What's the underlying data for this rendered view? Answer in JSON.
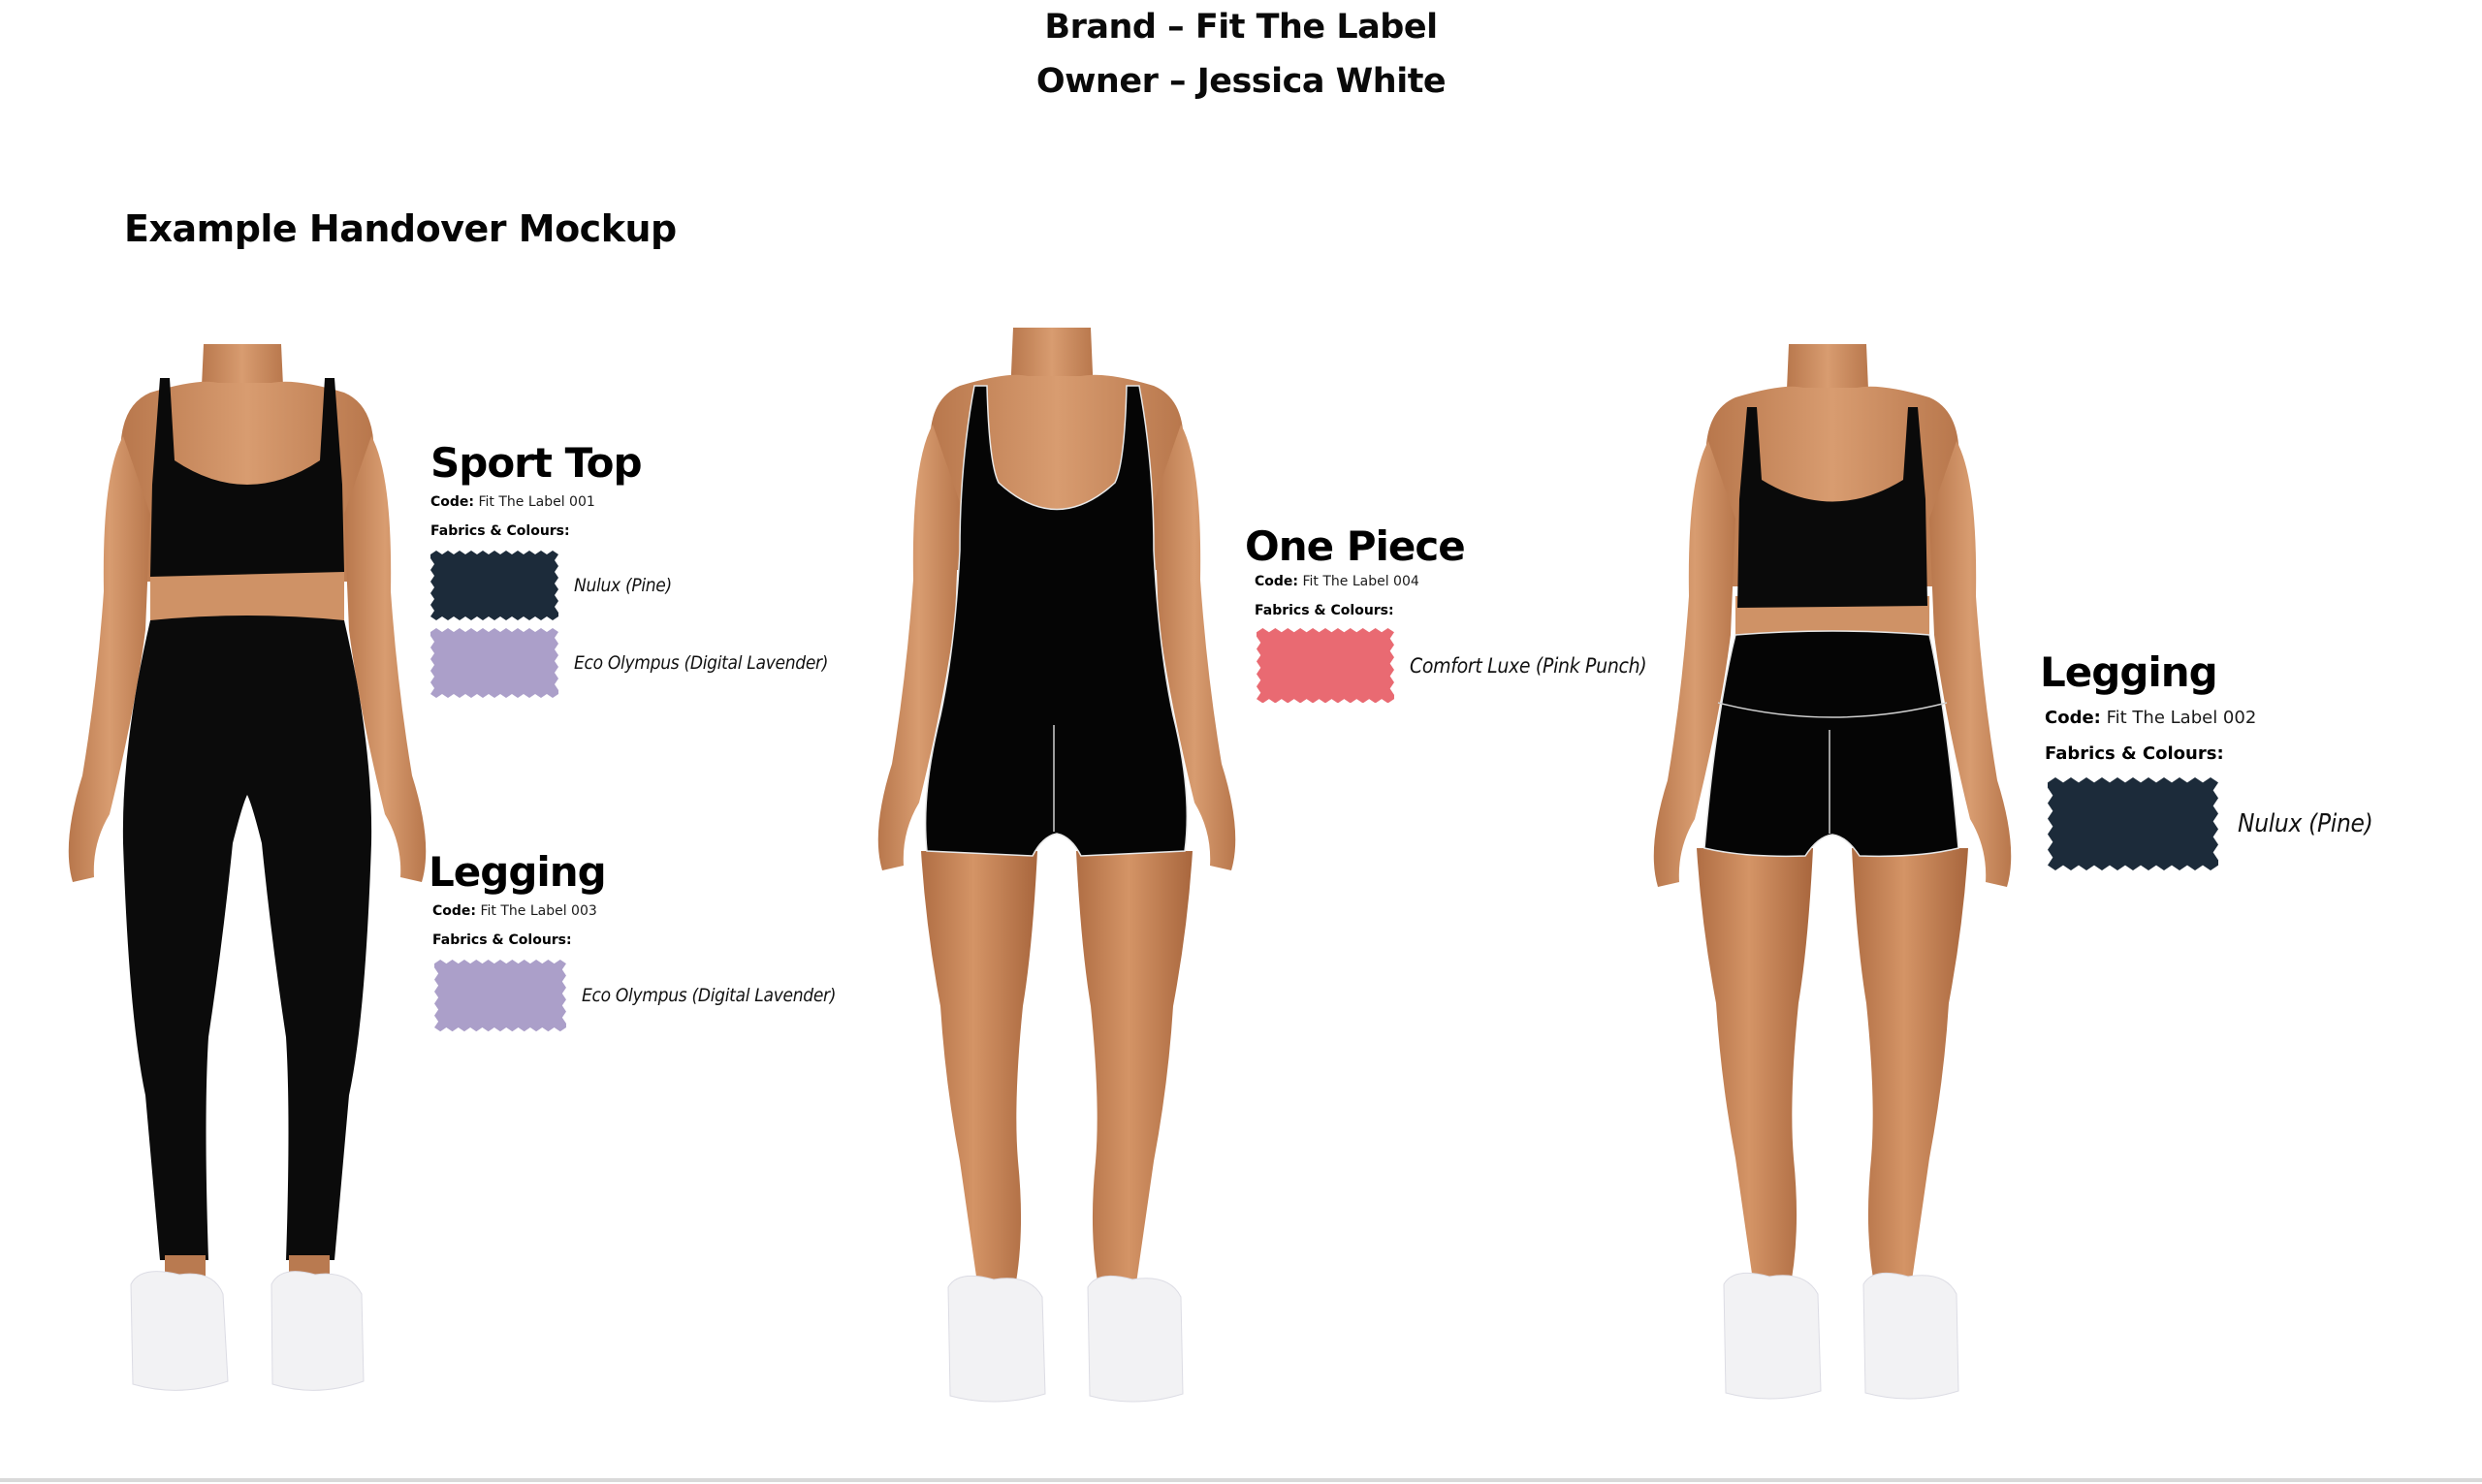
{
  "header": {
    "brand_line": "Brand – Fit The Label",
    "owner_line": "Owner – Jessica White"
  },
  "page_title": "Example Handover Mockup",
  "colors": {
    "pine": "#1c2b3a",
    "digital_lavender": "#ab9fc9",
    "pink_punch": "#e96a72",
    "garment_black": "#050505",
    "skin": "#c98a5e",
    "sneaker": "#f4f4f6"
  },
  "figures": [
    {
      "id": "figure-1",
      "description": "Model wearing sport top and full-length legging"
    },
    {
      "id": "figure-2",
      "description": "Model wearing one piece bodysuit shorts"
    },
    {
      "id": "figure-3",
      "description": "Model wearing sport top and legging shorts"
    }
  ],
  "specs": {
    "sport_top": {
      "name": "Sport Top",
      "code_label": "Code:",
      "code_value": "Fit The Label 001",
      "fabrics_heading": "Fabrics & Colours:",
      "fabrics": [
        {
          "label": "Nulux (Pine)",
          "color": "#1c2b3a"
        },
        {
          "label": "Eco Olympus (Digital Lavender)",
          "color": "#ab9fc9"
        }
      ]
    },
    "legging_003": {
      "name": "Legging",
      "code_label": "Code:",
      "code_value": "Fit The Label 003",
      "fabrics_heading": "Fabrics & Colours:",
      "fabrics": [
        {
          "label": "Eco Olympus (Digital Lavender)",
          "color": "#ab9fc9"
        }
      ]
    },
    "one_piece": {
      "name": "One Piece",
      "code_label": "Code:",
      "code_value": "Fit The Label 004",
      "fabrics_heading": "Fabrics & Colours:",
      "fabrics": [
        {
          "label": "Comfort Luxe (Pink Punch)",
          "color": "#e96a72"
        }
      ]
    },
    "legging_002": {
      "name": "Legging",
      "code_label": "Code:",
      "code_value": "Fit The Label 002",
      "fabrics_heading": "Fabrics & Colours:",
      "fabrics": [
        {
          "label": "Nulux (Pine)",
          "color": "#1c2b3a"
        }
      ]
    }
  }
}
